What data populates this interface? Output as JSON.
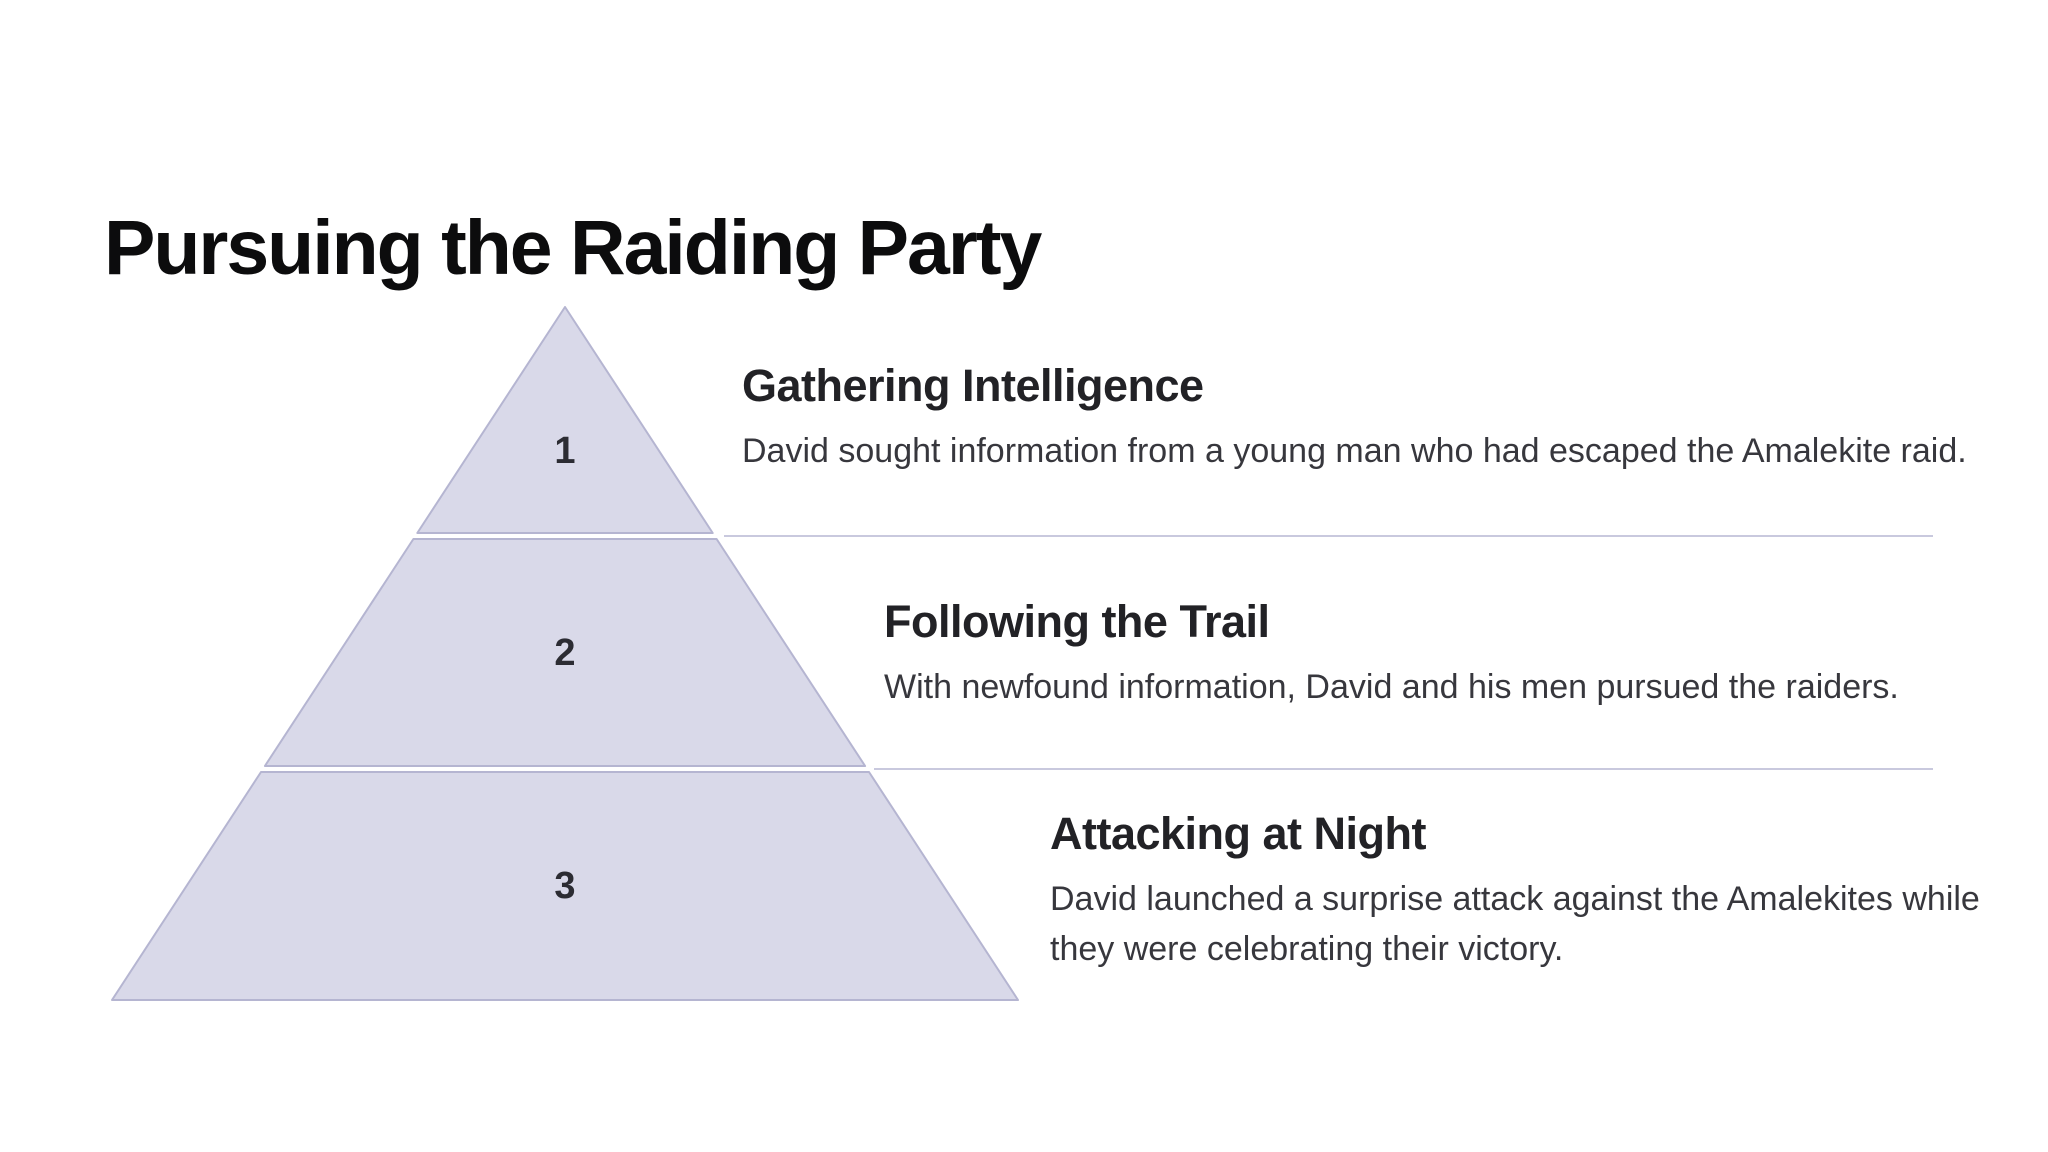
{
  "page": {
    "title": "Pursuing the Raiding Party"
  },
  "pyramid": {
    "type": "pyramid-3-tier",
    "tier_count": 3,
    "colors": {
      "tier_fill": "#d9d9e9",
      "tier_stroke": "#b5b5d1",
      "divider_line": "#c9c9de",
      "number_text": "#2c2c33"
    }
  },
  "steps": [
    {
      "number": "1",
      "heading": "Gathering Intelligence",
      "body": "David sought information from a young man who had escaped the Amalekite raid."
    },
    {
      "number": "2",
      "heading": "Following the Trail",
      "body": "With newfound information, David and his men pursued the raiders."
    },
    {
      "number": "3",
      "heading": "Attacking at Night",
      "body_lines": [
        "David launched a surprise attack against the Amalekites while",
        "they were celebrating their victory."
      ]
    }
  ]
}
